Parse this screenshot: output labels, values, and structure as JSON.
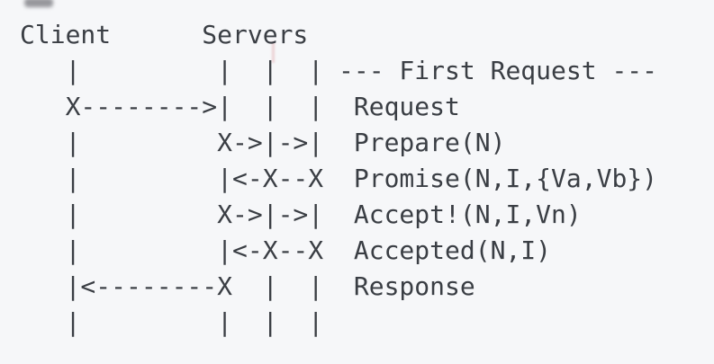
{
  "diagram": {
    "title_hint": "Paxos Multi-Paxos message flow, first request",
    "actors": {
      "client_label": "Client",
      "servers_label": "Servers"
    },
    "phase_label": "--- First Request ---",
    "messages": [
      "Request",
      "Prepare(N)",
      "Promise(N,I,{Va,Vb})",
      "Accept!(N,I,Vn)",
      "Accepted(N,I)",
      "Response"
    ],
    "lines": [
      "Client      Servers",
      "   |         |  |  | --- First Request ---",
      "   X-------->|  |  |  Request",
      "   |         X->|->|  Prepare(N)",
      "   |         |<-X--X  Promise(N,I,{Va,Vb})",
      "   |         X->|->|  Accept!(N,I,Vn)",
      "   |         |<-X--X  Accepted(N,I)",
      "   |<--------X  |  |  Response",
      "   |         |  |  |"
    ]
  },
  "colors": {
    "background": "#f6f7f9",
    "text": "#3a3e44"
  }
}
